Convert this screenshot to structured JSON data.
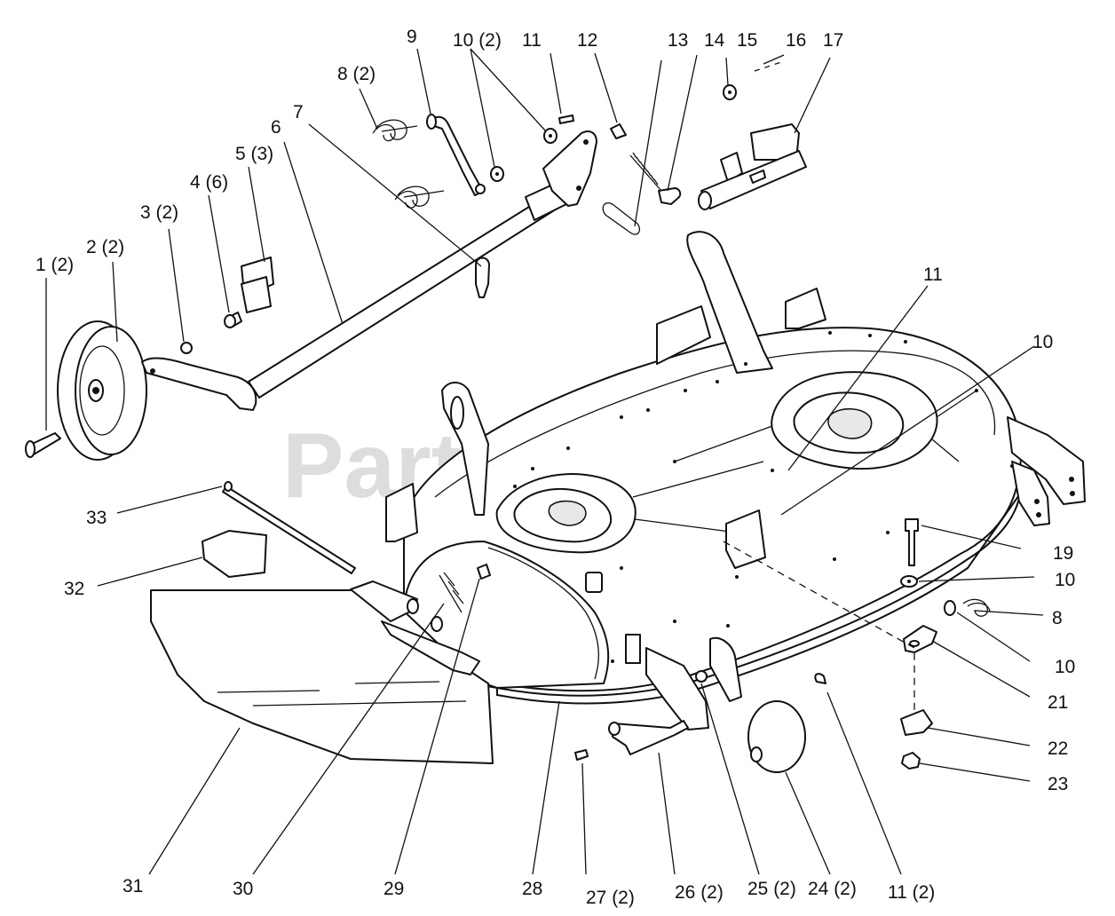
{
  "watermark": "PartsTree",
  "callouts": {
    "c1": "1 (2)",
    "c2": "2 (2)",
    "c3": "3 (2)",
    "c4": "4 (6)",
    "c5": "5 (3)",
    "c6": "6",
    "c7": "7",
    "c8a": "8 (2)",
    "c9": "9",
    "c10a": "10 (2)",
    "c11a": "11",
    "c12": "12",
    "c13": "13",
    "c14": "14",
    "c15": "15",
    "c16": "16",
    "c17": "17",
    "c11b": "11",
    "c10b": "10",
    "c19": "19",
    "c10c": "10",
    "c8b": "8",
    "c10d": "10",
    "c21": "21",
    "c22": "22",
    "c23": "23",
    "c33": "33",
    "c32": "32",
    "c31": "31",
    "c30": "30",
    "c29": "29",
    "c28": "28",
    "c27": "27 (2)",
    "c26": "26 (2)",
    "c25": "25 (2)",
    "c24": "24 (2)",
    "c11c": "11 (2)"
  }
}
